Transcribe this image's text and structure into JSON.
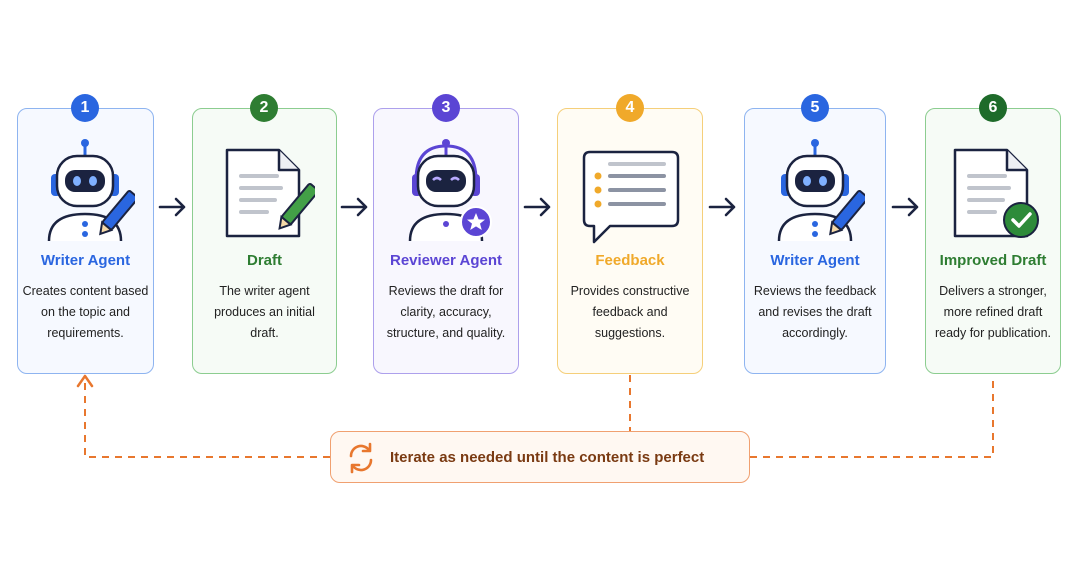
{
  "colors": {
    "blue": "#2a66e0",
    "green": "#2e7d32",
    "purple": "#5b45d4",
    "amber": "#f0a92a",
    "dark_green": "#1e6b2a",
    "orange": "#e8772e",
    "navy": "#1b2340"
  },
  "steps": [
    {
      "number": "1",
      "title": "Writer Agent",
      "desc": [
        "Creates content based",
        "on the topic and",
        "requirements."
      ],
      "icon": "robot-writer-icon"
    },
    {
      "number": "2",
      "title": "Draft",
      "desc": [
        "The writer agent",
        "produces an initial",
        "draft."
      ],
      "icon": "document-pencil-icon"
    },
    {
      "number": "3",
      "title": "Reviewer Agent",
      "desc": [
        "Reviews the draft for",
        "clarity, accuracy,",
        "structure, and quality."
      ],
      "icon": "robot-reviewer-icon"
    },
    {
      "number": "4",
      "title": "Feedback",
      "desc": [
        "Provides constructive",
        "feedback and",
        "suggestions."
      ],
      "icon": "feedback-bubble-icon"
    },
    {
      "number": "5",
      "title": "Writer Agent",
      "desc": [
        "Reviews the feedback",
        "and revises the draft",
        "accordingly."
      ],
      "icon": "robot-writer-icon"
    },
    {
      "number": "6",
      "title": "Improved Draft",
      "desc": [
        "Delivers a stronger,",
        "more refined draft",
        "ready for publication."
      ],
      "icon": "document-check-icon"
    }
  ],
  "iterate": {
    "label": "Iterate as needed until the content is perfect",
    "icon": "refresh-icon"
  }
}
